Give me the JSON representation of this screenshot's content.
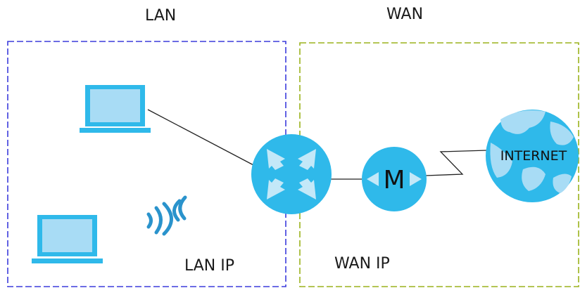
{
  "zones": {
    "lan": {
      "title": "LAN",
      "ip_label": "LAN IP",
      "border_color": "#3b3bdc"
    },
    "wan": {
      "title": "WAN",
      "ip_label": "WAN IP",
      "border_color": "#9bb21c"
    }
  },
  "devices": {
    "modem": {
      "letter": "M"
    },
    "internet": {
      "label": "INTERNET"
    }
  },
  "colors": {
    "device_blue": "#2fb9ea",
    "light_blue": "#a8dcf5",
    "arrow_light": "#c3e8f8",
    "line": "#222222"
  },
  "icons": [
    "laptop-icon",
    "wireless-signal-icon",
    "router-icon",
    "modem-icon",
    "globe-icon"
  ]
}
